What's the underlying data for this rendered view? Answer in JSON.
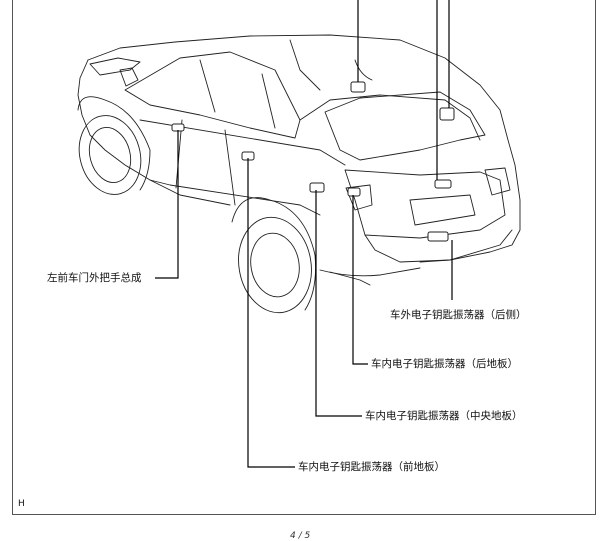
{
  "diagram": {
    "callouts": [
      {
        "id": "front-left-handle",
        "label": "左前车门外把手总成"
      },
      {
        "id": "outer-rear",
        "label": "车外电子钥匙振荡器（后侧）"
      },
      {
        "id": "inner-rear-floor",
        "label": "车内电子钥匙振荡器（后地板）"
      },
      {
        "id": "inner-center-floor",
        "label": "车内电子钥匙振荡器（中央地板）"
      },
      {
        "id": "inner-front-floor",
        "label": "车内电子钥匙振荡器（前地板）"
      }
    ],
    "corner_code": "H",
    "page_number": "4 / 5"
  }
}
